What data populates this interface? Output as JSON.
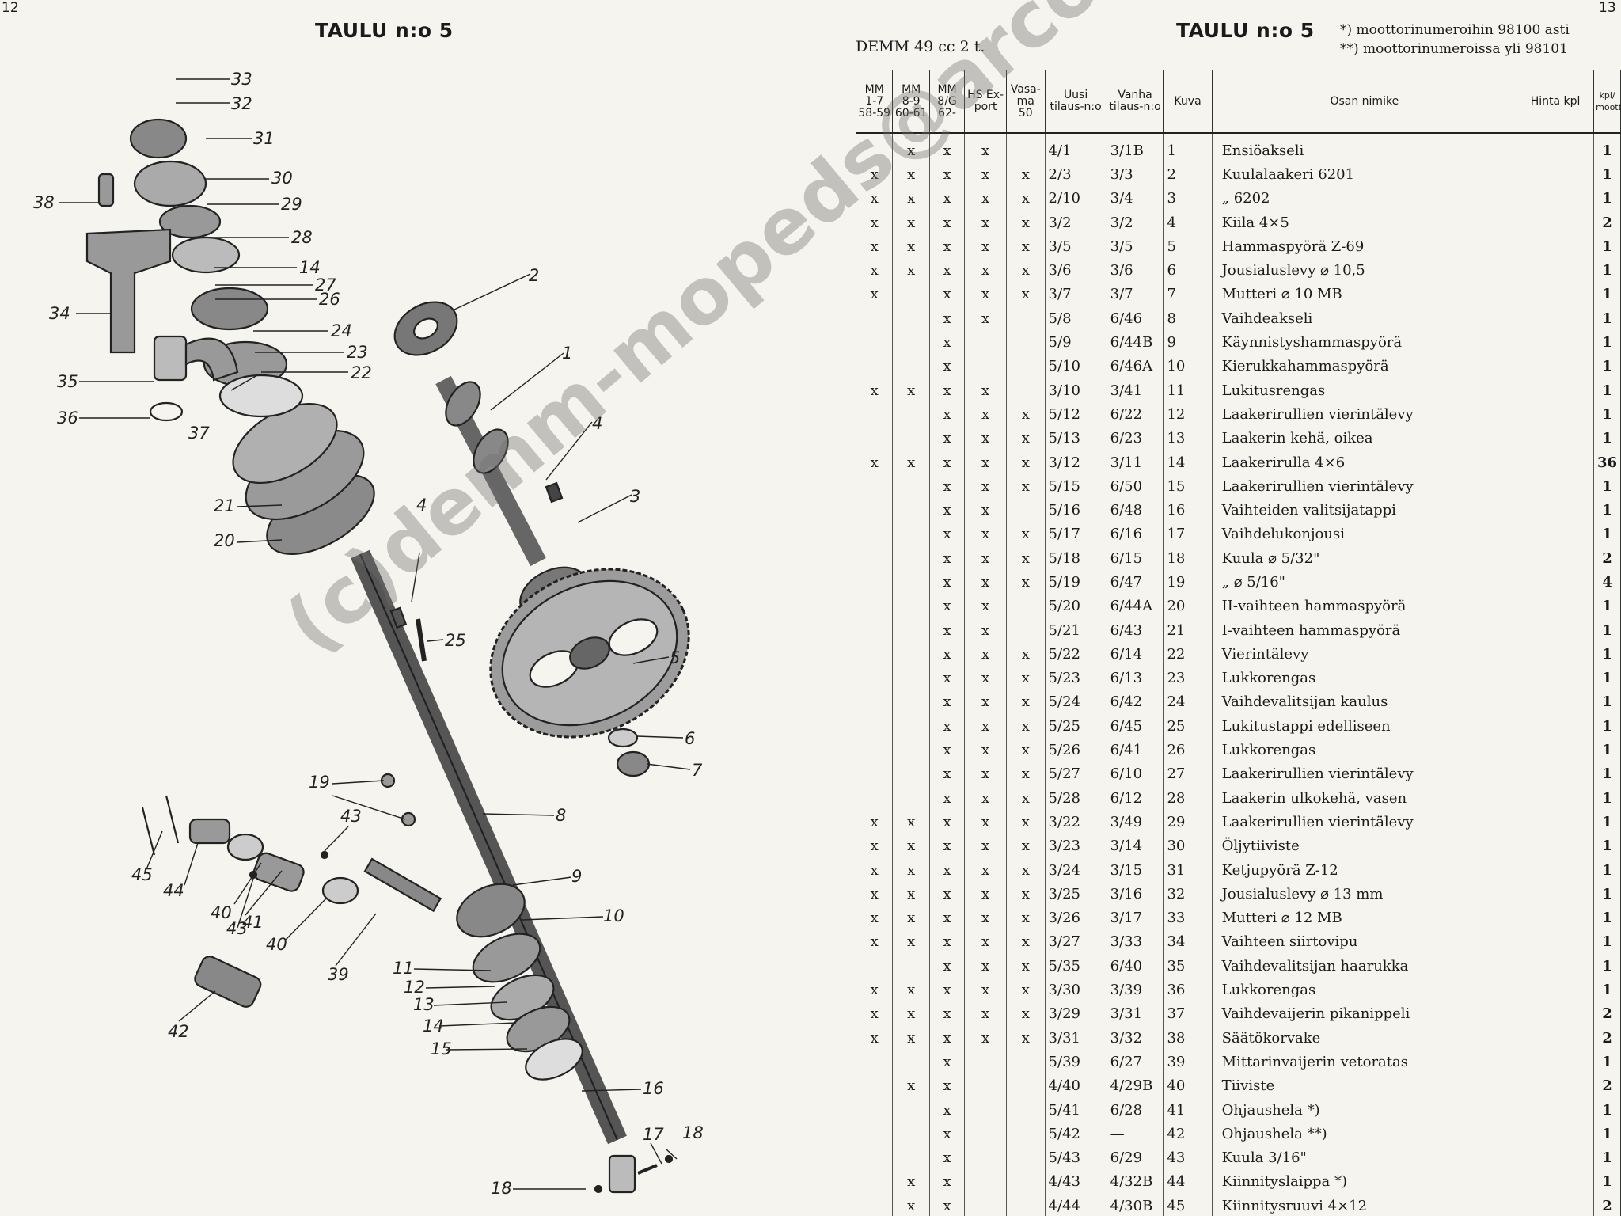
{
  "left_page": {
    "page_number": "12",
    "title": "TAULU n:o 5",
    "callouts": [
      "1",
      "2",
      "3",
      "4",
      "5",
      "6",
      "7",
      "8",
      "9",
      "10",
      "11",
      "12",
      "13",
      "14",
      "15",
      "16",
      "17",
      "18",
      "19",
      "20",
      "21",
      "22",
      "23",
      "24",
      "25",
      "26",
      "27",
      "28",
      "29",
      "30",
      "31",
      "32",
      "33",
      "34",
      "35",
      "36",
      "37",
      "38",
      "39",
      "40",
      "41",
      "42",
      "43",
      "44",
      "45"
    ]
  },
  "right_page": {
    "page_number": "13",
    "title": "TAULU n:o 5",
    "subtitle": "DEMM 49 cc 2 t.",
    "notes": [
      "*) moottorinumeroihin 98100 asti",
      "**) moottorinumeroissa yli 98101"
    ],
    "table": {
      "headers": [
        "MM 1-7 58-59",
        "MM 8-9 60-61",
        "MM 8/G 62-",
        "HS Ex-port",
        "Vasa-ma 50",
        "Uusi tilaus-n:o",
        "Vanha tilaus-n:o",
        "Kuva",
        "Osan nimike",
        "Hinta kpl",
        "kpl/ moott."
      ],
      "rows": [
        [
          "",
          "x",
          "x",
          "x",
          "",
          "4/1",
          "3/1B",
          "1",
          "Ensiöakseli",
          "",
          "1"
        ],
        [
          "x",
          "x",
          "x",
          "x",
          "x",
          "2/3",
          "3/3",
          "2",
          "Kuulalaakeri 6201",
          "",
          "1"
        ],
        [
          "x",
          "x",
          "x",
          "x",
          "x",
          "2/10",
          "3/4",
          "3",
          "„          6202",
          "",
          "1"
        ],
        [
          "x",
          "x",
          "x",
          "x",
          "x",
          "3/2",
          "3/2",
          "4",
          "Kiila 4×5",
          "",
          "2"
        ],
        [
          "x",
          "x",
          "x",
          "x",
          "x",
          "3/5",
          "3/5",
          "5",
          "Hammaspyörä Z-69",
          "",
          "1"
        ],
        [
          "x",
          "x",
          "x",
          "x",
          "x",
          "3/6",
          "3/6",
          "6",
          "Jousialuslevy ⌀ 10,5",
          "",
          "1"
        ],
        [
          "x",
          "",
          "x",
          "x",
          "x",
          "3/7",
          "3/7",
          "7",
          "Mutteri ⌀ 10 MB",
          "",
          "1"
        ],
        [
          "",
          "",
          "x",
          "x",
          "",
          "5/8",
          "6/46",
          "8",
          "Vaihdeakseli",
          "",
          "1"
        ],
        [
          "",
          "",
          "x",
          "",
          "",
          "5/9",
          "6/44B",
          "9",
          "Käynnistyshammaspyörä",
          "",
          "1"
        ],
        [
          "",
          "",
          "x",
          "",
          "",
          "5/10",
          "6/46A",
          "10",
          "Kierukkahammaspyörä",
          "",
          "1"
        ],
        [
          "x",
          "x",
          "x",
          "x",
          "",
          "3/10",
          "3/41",
          "11",
          "Lukitusrengas",
          "",
          "1"
        ],
        [
          "",
          "",
          "x",
          "x",
          "x",
          "5/12",
          "6/22",
          "12",
          "Laakerirullien vierintälevy",
          "",
          "1"
        ],
        [
          "",
          "",
          "x",
          "x",
          "x",
          "5/13",
          "6/23",
          "13",
          "Laakerin kehä, oikea",
          "",
          "1"
        ],
        [
          "x",
          "x",
          "x",
          "x",
          "x",
          "3/12",
          "3/11",
          "14",
          "Laakerirulla 4×6",
          "",
          "36"
        ],
        [
          "",
          "",
          "x",
          "x",
          "x",
          "5/15",
          "6/50",
          "15",
          "Laakerirullien vierintälevy",
          "",
          "1"
        ],
        [
          "",
          "",
          "x",
          "x",
          "",
          "5/16",
          "6/48",
          "16",
          "Vaihteiden valitsijatappi",
          "",
          "1"
        ],
        [
          "",
          "",
          "x",
          "x",
          "x",
          "5/17",
          "6/16",
          "17",
          "Vaihdelukonjousi",
          "",
          "1"
        ],
        [
          "",
          "",
          "x",
          "x",
          "x",
          "5/18",
          "6/15",
          "18",
          "Kuula ⌀ 5/32\"",
          "",
          "2"
        ],
        [
          "",
          "",
          "x",
          "x",
          "x",
          "5/19",
          "6/47",
          "19",
          "„     ⌀ 5/16\"",
          "",
          "4"
        ],
        [
          "",
          "",
          "x",
          "x",
          "",
          "5/20",
          "6/44A",
          "20",
          "II-vaihteen hammaspyörä",
          "",
          "1"
        ],
        [
          "",
          "",
          "x",
          "x",
          "",
          "5/21",
          "6/43",
          "21",
          "I-vaihteen hammaspyörä",
          "",
          "1"
        ],
        [
          "",
          "",
          "x",
          "x",
          "x",
          "5/22",
          "6/14",
          "22",
          "Vierintälevy",
          "",
          "1"
        ],
        [
          "",
          "",
          "x",
          "x",
          "x",
          "5/23",
          "6/13",
          "23",
          "Lukkorengas",
          "",
          "1"
        ],
        [
          "",
          "",
          "x",
          "x",
          "x",
          "5/24",
          "6/42",
          "24",
          "Vaihdevalitsijan kaulus",
          "",
          "1"
        ],
        [
          "",
          "",
          "x",
          "x",
          "x",
          "5/25",
          "6/45",
          "25",
          "Lukitustappi edelliseen",
          "",
          "1"
        ],
        [
          "",
          "",
          "x",
          "x",
          "x",
          "5/26",
          "6/41",
          "26",
          "Lukkorengas",
          "",
          "1"
        ],
        [
          "",
          "",
          "x",
          "x",
          "x",
          "5/27",
          "6/10",
          "27",
          "Laakerirullien vierintälevy",
          "",
          "1"
        ],
        [
          "",
          "",
          "x",
          "x",
          "x",
          "5/28",
          "6/12",
          "28",
          "Laakerin ulkokehä, vasen",
          "",
          "1"
        ],
        [
          "x",
          "x",
          "x",
          "x",
          "x",
          "3/22",
          "3/49",
          "29",
          "Laakerirullien vierintälevy",
          "",
          "1"
        ],
        [
          "x",
          "x",
          "x",
          "x",
          "x",
          "3/23",
          "3/14",
          "30",
          "Öljytiiviste",
          "",
          "1"
        ],
        [
          "x",
          "x",
          "x",
          "x",
          "x",
          "3/24",
          "3/15",
          "31",
          "Ketjupyörä Z-12",
          "",
          "1"
        ],
        [
          "x",
          "x",
          "x",
          "x",
          "x",
          "3/25",
          "3/16",
          "32",
          "Jousialuslevy ⌀ 13 mm",
          "",
          "1"
        ],
        [
          "x",
          "x",
          "x",
          "x",
          "x",
          "3/26",
          "3/17",
          "33",
          "Mutteri ⌀ 12 MB",
          "",
          "1"
        ],
        [
          "x",
          "x",
          "x",
          "x",
          "x",
          "3/27",
          "3/33",
          "34",
          "Vaihteen siirtovipu",
          "",
          "1"
        ],
        [
          "",
          "",
          "x",
          "x",
          "x",
          "5/35",
          "6/40",
          "35",
          "Vaihdevalitsijan haarukka",
          "",
          "1"
        ],
        [
          "x",
          "x",
          "x",
          "x",
          "x",
          "3/30",
          "3/39",
          "36",
          "Lukkorengas",
          "",
          "1"
        ],
        [
          "x",
          "x",
          "x",
          "x",
          "x",
          "3/29",
          "3/31",
          "37",
          "Vaihdevaijerin pikanippeli",
          "",
          "2"
        ],
        [
          "x",
          "x",
          "x",
          "x",
          "x",
          "3/31",
          "3/32",
          "38",
          "Säätökorvake",
          "",
          "2"
        ],
        [
          "",
          "",
          "x",
          "",
          "",
          "5/39",
          "6/27",
          "39",
          "Mittarinvaijerin vetoratas",
          "",
          "1"
        ],
        [
          "",
          "x",
          "x",
          "",
          "",
          "4/40",
          "4/29B",
          "40",
          "Tiiviste",
          "",
          "2"
        ],
        [
          "",
          "",
          "x",
          "",
          "",
          "5/41",
          "6/28",
          "41",
          "Ohjaushela *)",
          "",
          "1"
        ],
        [
          "",
          "",
          "x",
          "",
          "",
          "5/42",
          "—",
          "42",
          "Ohjaushela **)",
          "",
          "1"
        ],
        [
          "",
          "",
          "x",
          "",
          "",
          "5/43",
          "6/29",
          "43",
          "Kuula 3/16\"",
          "",
          "1"
        ],
        [
          "",
          "x",
          "x",
          "",
          "",
          "4/43",
          "4/32B",
          "44",
          "Kiinnityslaippa *)",
          "",
          "1"
        ],
        [
          "",
          "x",
          "x",
          "",
          "",
          "4/44",
          "4/30B",
          "45",
          "Kiinnitysruuvi 4×12",
          "",
          "2"
        ]
      ]
    }
  },
  "watermark": "(c)demm-mopeds@arcor.de"
}
